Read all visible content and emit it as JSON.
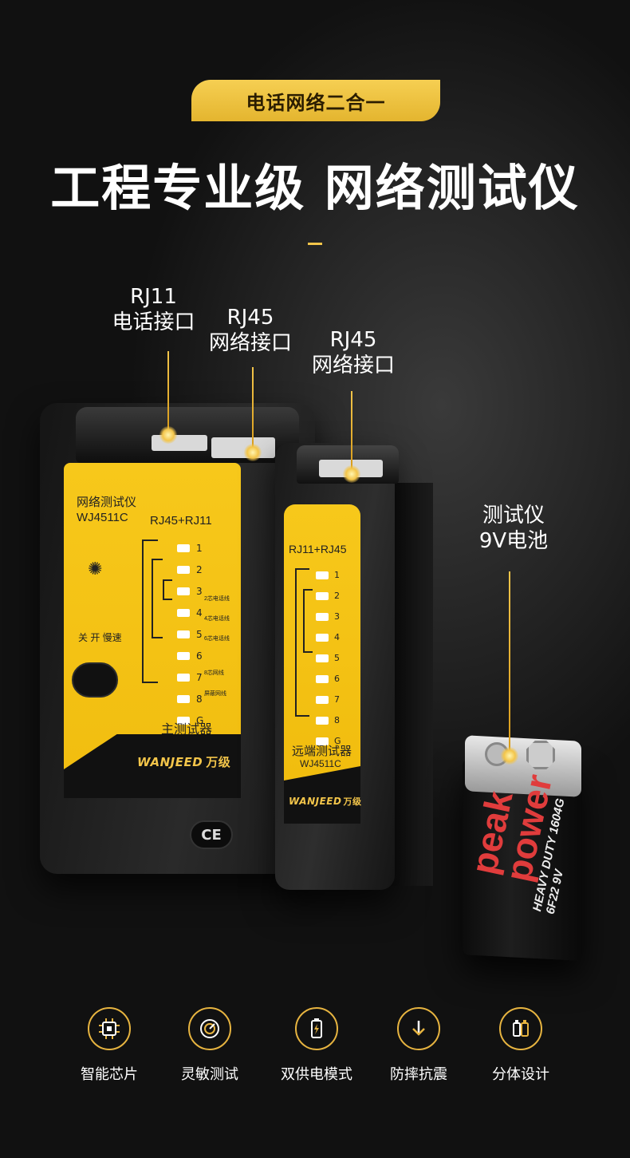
{
  "badge": "电话网络二合一",
  "headline": "工程专业级 网络测试仪",
  "callouts": {
    "rj11": {
      "line1": "RJ11",
      "line2": "电话接口"
    },
    "rj45_main": {
      "line1": "RJ45",
      "line2": "网络接口"
    },
    "rj45_remote": {
      "line1": "RJ45",
      "line2": "网络接口"
    },
    "battery": {
      "line1": "测试仪",
      "line2": "9V电池"
    }
  },
  "main_unit": {
    "name": "网络测试仪",
    "model": "WJ4511C",
    "ports_label": "RJ45+RJ11",
    "switch_label": "关 开 慢速",
    "leds": [
      "1",
      "2",
      "3",
      "4",
      "5",
      "6",
      "7",
      "8",
      "G"
    ],
    "wire_notes": [
      "2芯电话线",
      "4芯电话线",
      "6芯电话线",
      "8芯网线",
      "屏蔽网线"
    ],
    "title": "主测试器",
    "brand": "WANJEED",
    "brand_cn": "万级",
    "cert": "CE"
  },
  "remote_unit": {
    "ports_label": "RJ11+RJ45",
    "leds": [
      "1",
      "2",
      "3",
      "4",
      "5",
      "6",
      "7",
      "8",
      "G"
    ],
    "title": "远端测试器",
    "model": "WJ4511C",
    "brand": "WANJEED",
    "brand_cn": "万级"
  },
  "battery": {
    "brand": "peak power",
    "line": "HEAVY DUTY 1604G 6F22 9V"
  },
  "features": [
    {
      "label": "智能芯片",
      "icon": "chip-icon"
    },
    {
      "label": "灵敏测试",
      "icon": "gauge-icon"
    },
    {
      "label": "双供电模式",
      "icon": "battery-icon"
    },
    {
      "label": "防摔抗震",
      "icon": "arrow-down-icon"
    },
    {
      "label": "分体设计",
      "icon": "split-icon"
    }
  ],
  "colors": {
    "accent": "#f3c54a",
    "panel_yellow": "#f5c417",
    "battery_red": "#e03c3c"
  }
}
